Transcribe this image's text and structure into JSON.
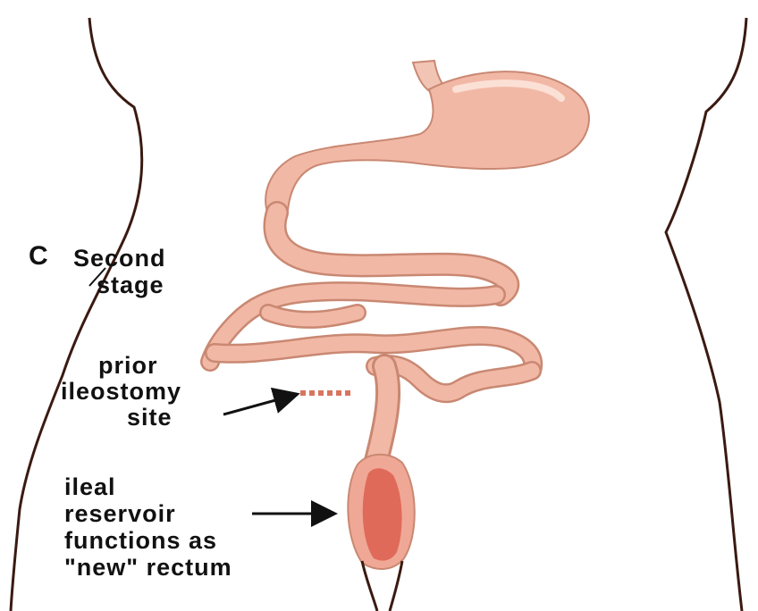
{
  "diagram": {
    "panel_letter": "C",
    "stage_label": [
      "Second",
      "stage"
    ],
    "ileostomy_label": [
      "prior",
      "ileostomy",
      "site"
    ],
    "reservoir_label": [
      "ileal",
      "reservoir",
      "functions as",
      "\"new\" rectum"
    ],
    "colors": {
      "outline": "#3a1a12",
      "organ_fill": "#f2b8a6",
      "organ_stroke": "#c98872",
      "reservoir_fill": "#e06a5a",
      "label_text": "#111111"
    }
  }
}
